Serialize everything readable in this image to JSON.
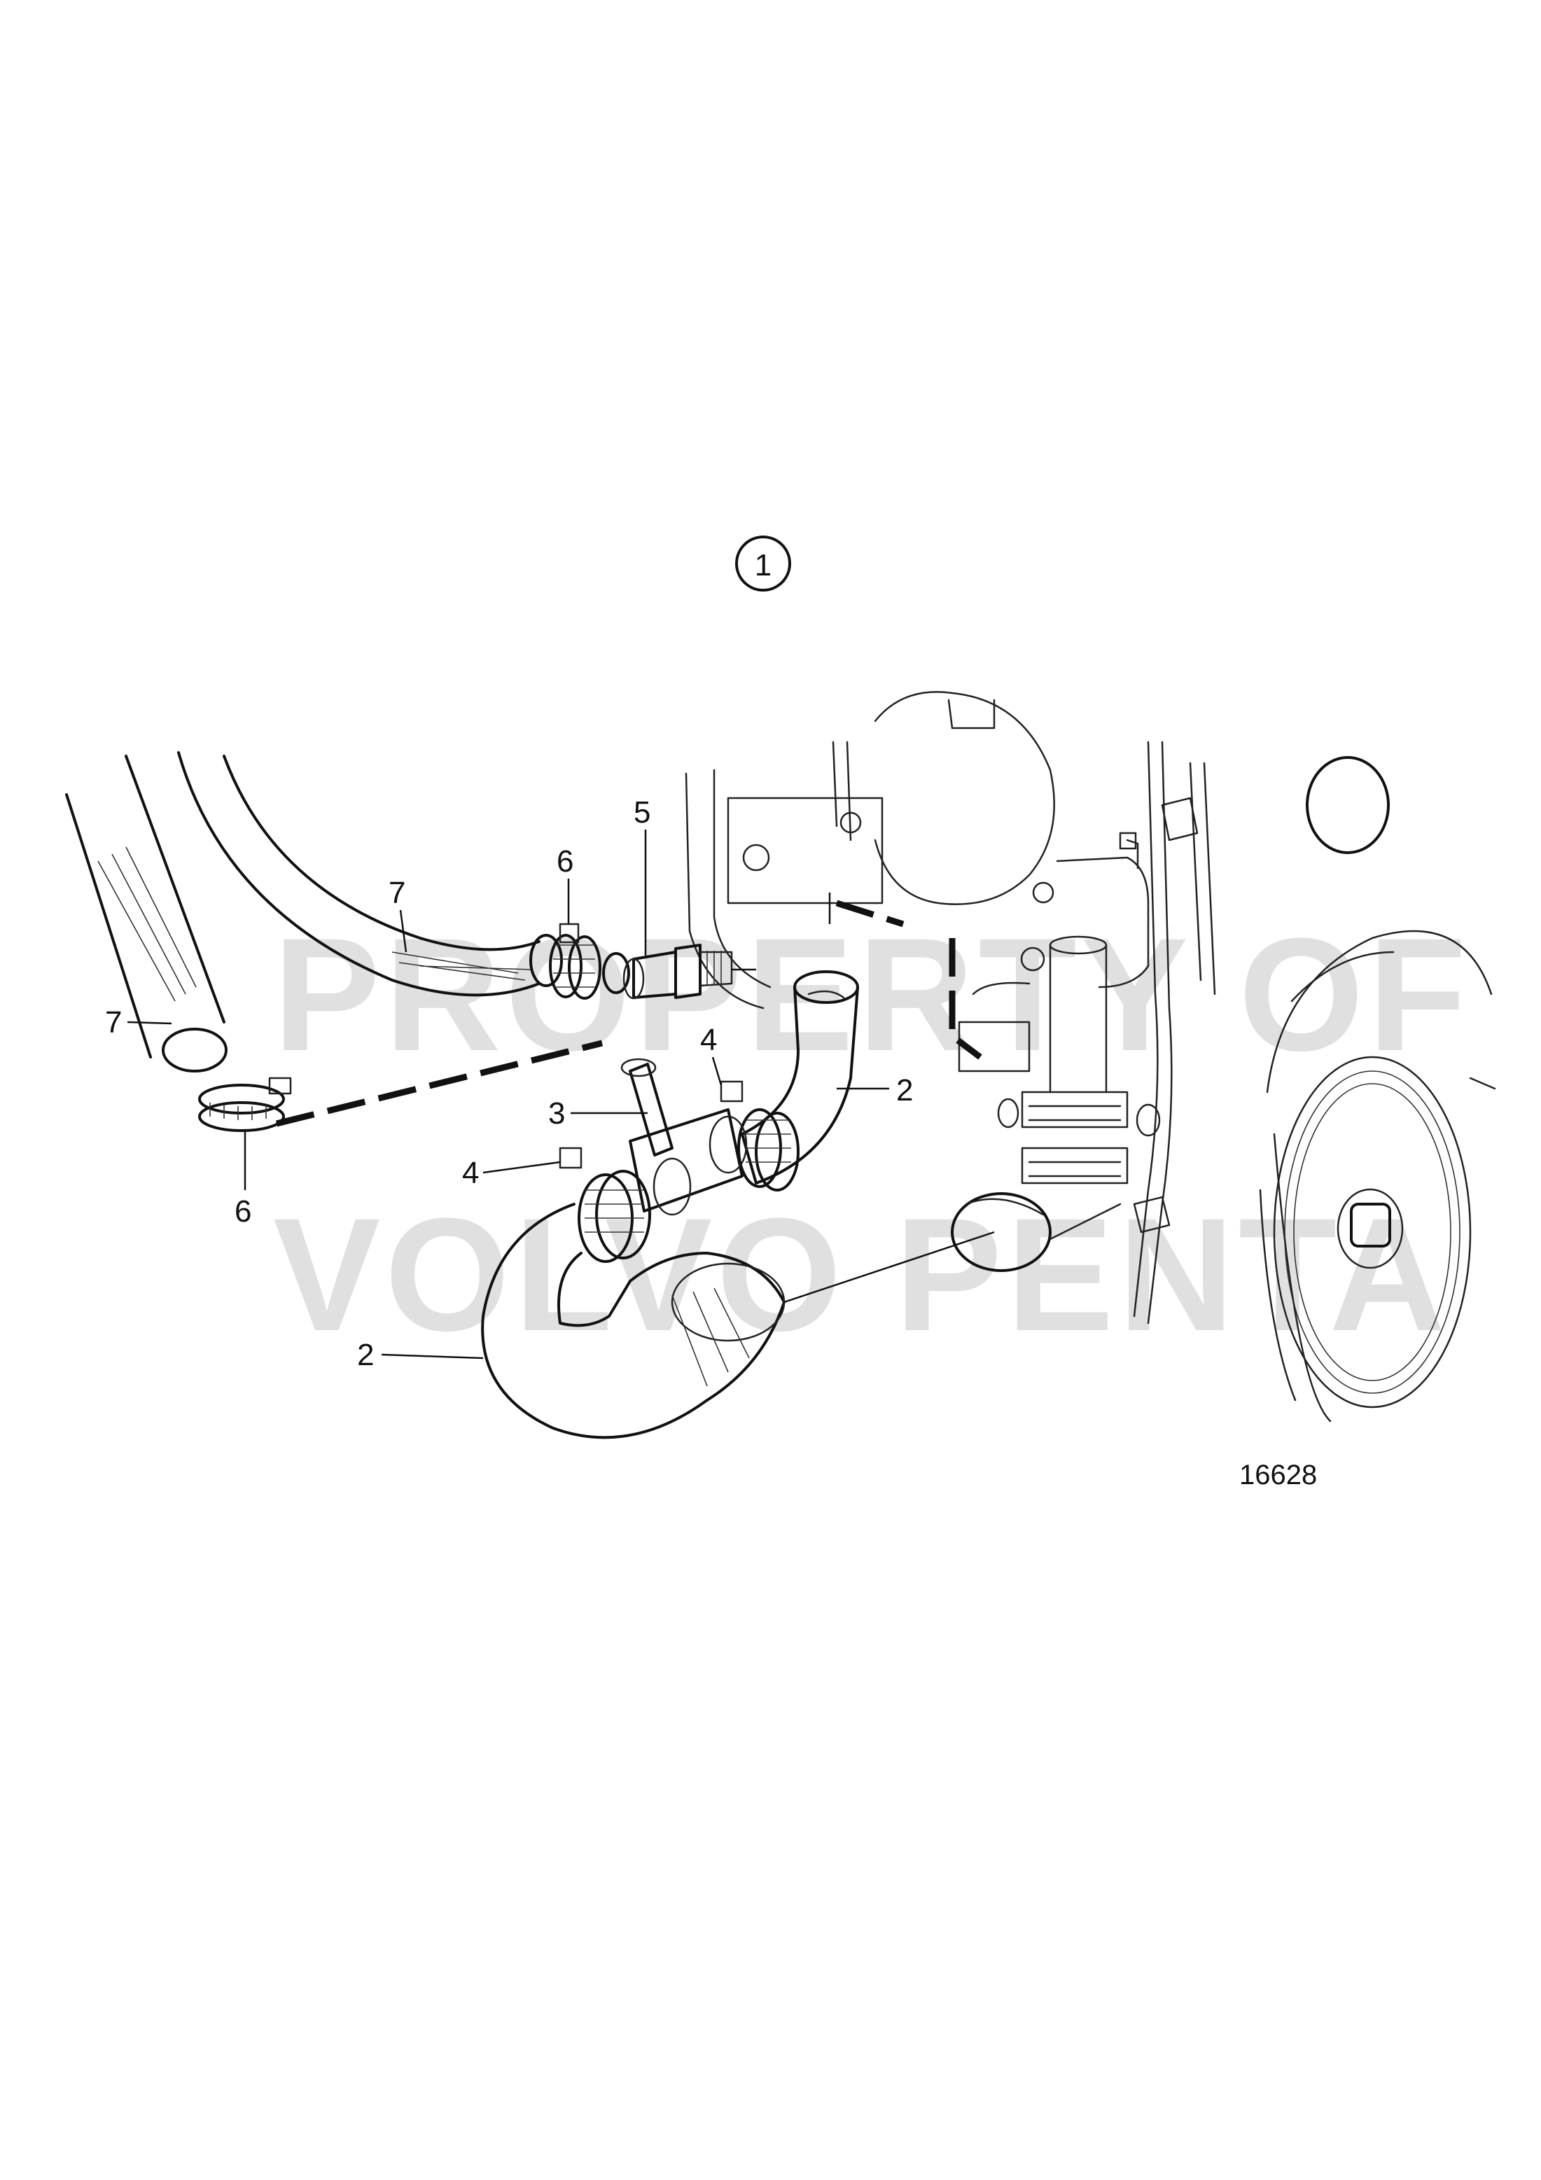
{
  "diagram": {
    "view_marker": "1",
    "reference_number": "16628",
    "watermark": [
      "PROPERTY OF",
      "VOLVO PENTA"
    ],
    "callouts": [
      {
        "id": "c7a",
        "label": "7"
      },
      {
        "id": "c7b",
        "label": "7"
      },
      {
        "id": "c6a",
        "label": "6"
      },
      {
        "id": "c6b",
        "label": "6"
      },
      {
        "id": "c5",
        "label": "5"
      },
      {
        "id": "c4a",
        "label": "4"
      },
      {
        "id": "c4b",
        "label": "4"
      },
      {
        "id": "c3",
        "label": "3"
      },
      {
        "id": "c2a",
        "label": "2"
      },
      {
        "id": "c2b",
        "label": "2"
      }
    ],
    "colors": {
      "ink": "#111111",
      "watermark": "#c8c8c8",
      "background": "#ffffff"
    }
  }
}
